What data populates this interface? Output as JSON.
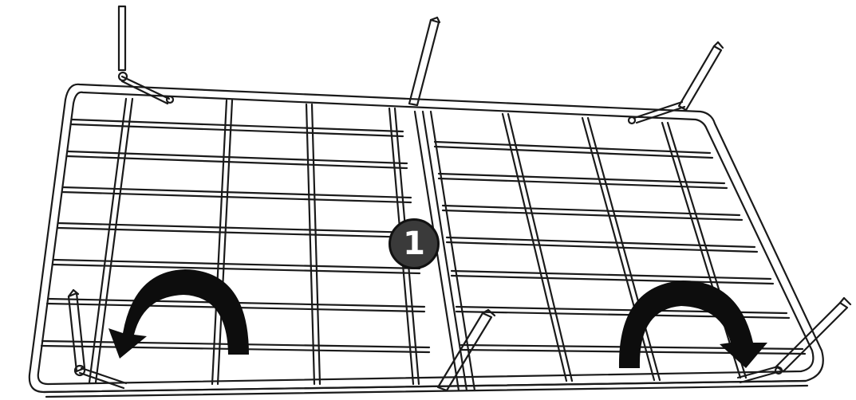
{
  "step": {
    "number": "1"
  },
  "figure": {
    "subject": "bed-frame",
    "line_color": "#1a1a1a",
    "badge_color": "#3a3a3a",
    "arrows": [
      "fold-left-arrow",
      "fold-right-arrow"
    ]
  }
}
